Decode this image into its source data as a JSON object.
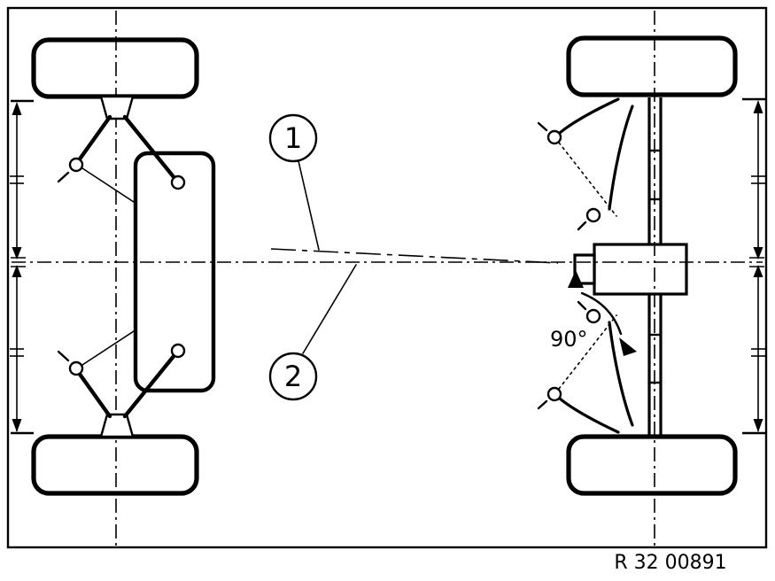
{
  "figure": {
    "callout_1": "1",
    "callout_2": "2",
    "angle_label": "90°",
    "reference": "R 32 00891",
    "colors": {
      "ink": "#000000",
      "paper": "#ffffff"
    }
  }
}
